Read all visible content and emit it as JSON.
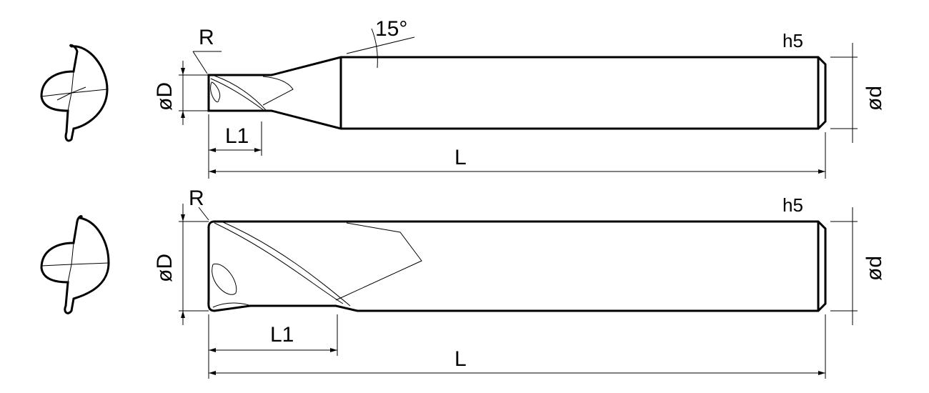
{
  "drawing": {
    "top_tool": {
      "radius_label": "R",
      "angle_label": "15°",
      "tolerance_label": "h5",
      "diameter_label": "øD",
      "shank_diameter_label": "ød",
      "flute_length_label": "L1",
      "overall_length_label": "L"
    },
    "bottom_tool": {
      "radius_label": "R",
      "tolerance_label": "h5",
      "diameter_label": "øD",
      "shank_diameter_label": "ød",
      "flute_length_label": "L1",
      "overall_length_label": "L"
    }
  }
}
